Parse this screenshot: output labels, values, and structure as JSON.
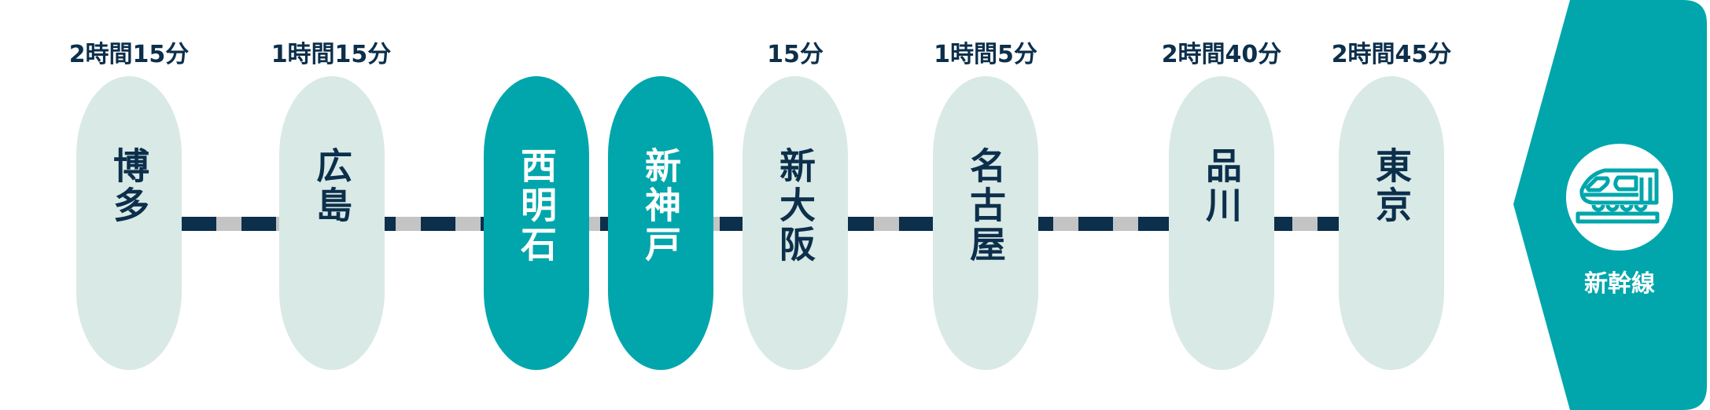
{
  "stations": [
    {
      "name": "博多",
      "time": "2時間15分",
      "active": false
    },
    {
      "name": "広島",
      "time": "1時間15分",
      "active": false
    },
    {
      "name": "西明石",
      "time": "",
      "active": true
    },
    {
      "name": "新神戸",
      "time": "",
      "active": true
    },
    {
      "name": "新大阪",
      "time": "15分",
      "active": false
    },
    {
      "name": "名古屋",
      "time": "1時間5分",
      "active": false
    },
    {
      "name": "品川",
      "time": "2時間40分",
      "active": false
    },
    {
      "name": "東京",
      "time": "2時間45分",
      "active": false
    }
  ],
  "line": {
    "label": "新幹線",
    "icon": "shinkansen-train-icon",
    "color": "#00a6ab"
  },
  "colors": {
    "navy": "#0c2f4b",
    "pill": "#d9e9e6",
    "accent": "#00a6ab",
    "gray": "#c4c4c4"
  }
}
